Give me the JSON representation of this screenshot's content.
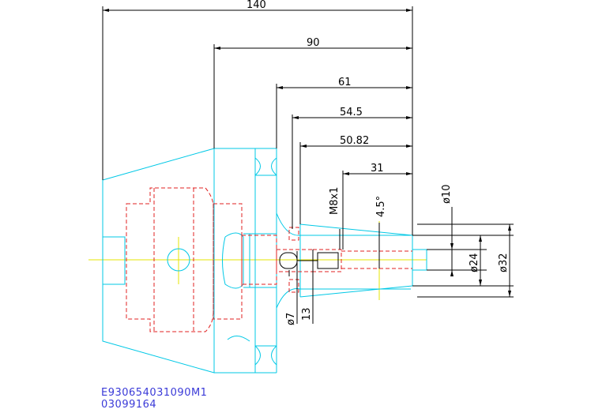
{
  "dimensions": {
    "overall_length": "140",
    "gauge_length": "90",
    "flange_to_tip": "61",
    "face_to_tip": "54.5",
    "bore_to_tip": "50.82",
    "taper_length": "31",
    "thread": "M8x1",
    "taper_angle": "4.5°",
    "tip_diameter": "ø10",
    "bore_diameter": "ø24",
    "outer_diameter": "ø32",
    "inner_diameter": "ø7",
    "inner_depth": "13"
  },
  "part_info": {
    "part_number": "E930654031090M1",
    "code": "03099164"
  },
  "colors": {
    "outline": "#00c8e6",
    "hidden": "#e02020",
    "center": "#e6e600",
    "dimension": "#000000",
    "text": "#3a3ad8"
  }
}
